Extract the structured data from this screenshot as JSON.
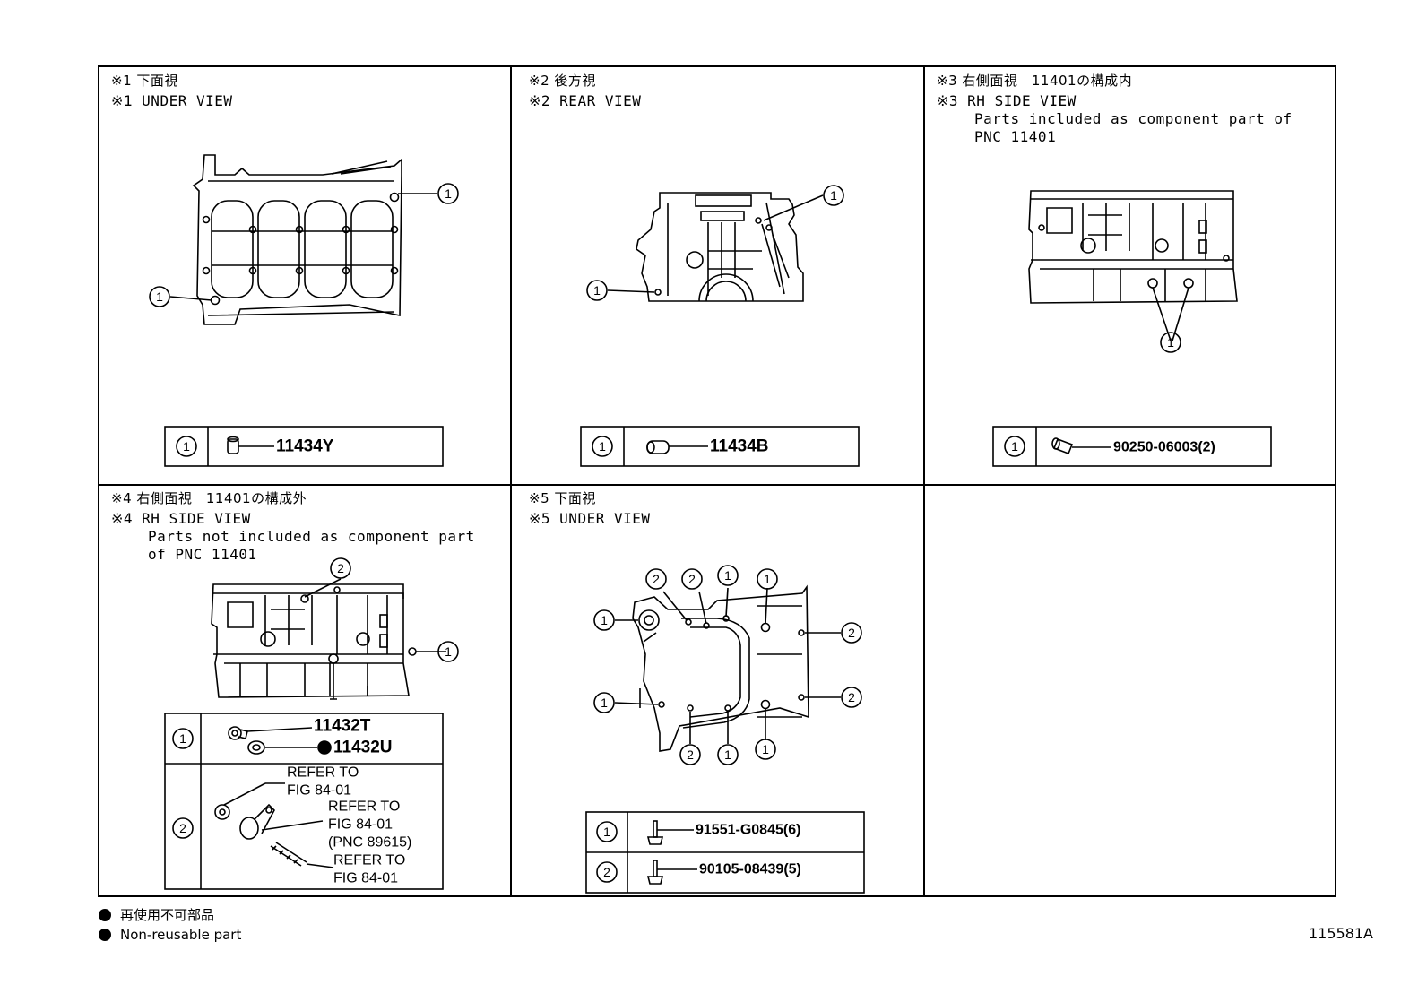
{
  "panels": {
    "p1": {
      "jp": "※1 下面視",
      "en": "※1 UNDER VIEW",
      "callout": "1",
      "parts": [
        {
          "num": "1",
          "part": "11434Y"
        }
      ]
    },
    "p2": {
      "jp": "※2 後方視",
      "en": "※2 REAR VIEW",
      "callout": "1",
      "parts": [
        {
          "num": "1",
          "part": "11434B"
        }
      ]
    },
    "p3": {
      "jp": "※3 右側面視　11401の構成内",
      "en": "※3 RH SIDE VIEW",
      "note1": "Parts included as component part of",
      "note2": "PNC 11401",
      "callout": "1",
      "parts": [
        {
          "num": "1",
          "part": "90250-06003(2)"
        }
      ]
    },
    "p4": {
      "jp": "※4 右側面視　11401の構成外",
      "en": "※4 RH SIDE VIEW",
      "note1": "Parts not included as component part",
      "note2": "of PNC 11401",
      "callouts": [
        "1",
        "2"
      ],
      "parts": [
        {
          "num": "1",
          "part_a": "11432T",
          "part_b": "11432U"
        },
        {
          "num": "2",
          "ref1_a": "REFER TO",
          "ref1_b": "FIG 84-01",
          "ref2_a": "REFER TO",
          "ref2_b": "FIG 84-01",
          "ref2_c": "(PNC 89615)",
          "ref3_a": "REFER TO",
          "ref3_b": "FIG 84-01"
        }
      ]
    },
    "p5": {
      "jp": "※5 下面視",
      "en": "※5 UNDER VIEW",
      "callouts": [
        "1",
        "2"
      ],
      "parts": [
        {
          "num": "1",
          "part": "91551-G0845(6)"
        },
        {
          "num": "2",
          "part": "90105-08439(5)"
        }
      ]
    }
  },
  "legend": {
    "jp": "再使用不可部品",
    "en": "Non-reusable part"
  },
  "figure_id": "115581A"
}
